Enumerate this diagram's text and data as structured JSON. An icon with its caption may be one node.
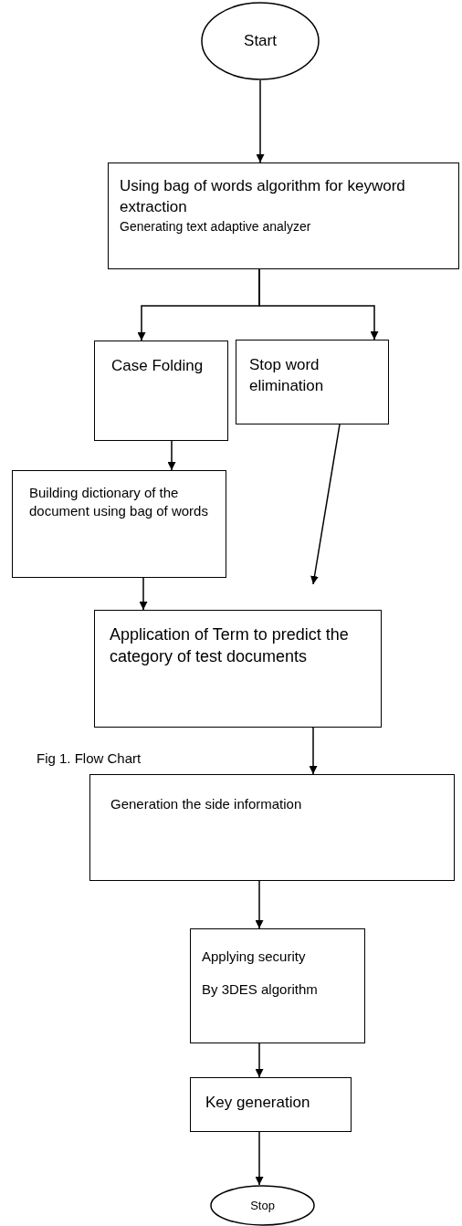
{
  "diagram": {
    "caption": "Fig 1. Flow Chart",
    "nodes": [
      {
        "text": [
          "Start"
        ]
      },
      {
        "text": [
          "Using bag of words algorithm for keyword  extraction",
          "Generating text adaptive analyzer"
        ]
      },
      {
        "text": [
          "Case Folding"
        ]
      },
      {
        "text": [
          "Stop word elimination"
        ]
      },
      {
        "text": [
          "Building dictionary of the document using bag of  words"
        ]
      },
      {
        "text": [
          "Application of Term to predict the category of test documents"
        ]
      },
      {
        "text": [
          "Generation the side information"
        ]
      },
      {
        "text": [
          "Applying security",
          "By 3DES algorithm"
        ]
      },
      {
        "text": [
          "Key generation"
        ]
      },
      {
        "text": [
          "Stop"
        ]
      }
    ],
    "edges": [
      {
        "from": 0,
        "to": 1,
        "arrow": "to"
      },
      {
        "from": 1,
        "to": 2,
        "arrow": "to"
      },
      {
        "from": 1,
        "to": 3,
        "arrow": "to"
      },
      {
        "from": 2,
        "to": 4,
        "arrow": "to"
      },
      {
        "from": 3,
        "to": 5,
        "arrow": "to"
      },
      {
        "from": 4,
        "to": 5,
        "arrow": "to"
      },
      {
        "from": 5,
        "to": 6,
        "arrow": "to"
      },
      {
        "from": 6,
        "to": 7,
        "arrow": "to"
      },
      {
        "from": 7,
        "to": 8,
        "arrow": "to"
      },
      {
        "from": 8,
        "to": 9,
        "arrow": "to"
      }
    ]
  }
}
